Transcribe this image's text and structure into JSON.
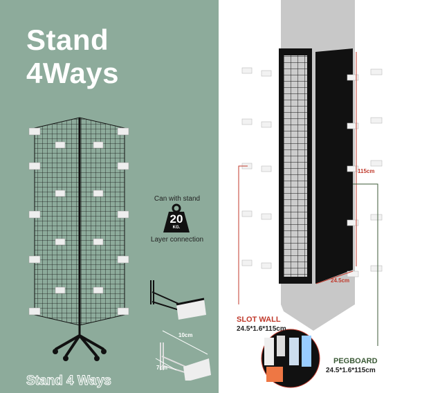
{
  "title_line1": "Stand",
  "title_line2": "4Ways",
  "bottom_title": "Stand 4 Ways",
  "weight": {
    "top_label": "Can with stand",
    "value": "20",
    "unit": "KG.",
    "bottom_label": "Layer connection"
  },
  "hook": {
    "length": "10cm",
    "width": "7cm"
  },
  "tower_dims": {
    "height": "115cm",
    "width": "24.5cm"
  },
  "slot_wall": {
    "name": "SLOT WALL",
    "size": "24.5*1.6*115cm"
  },
  "pegboard": {
    "name": "PEGBOARD",
    "size": "24.5*1.6*115cm"
  },
  "colors": {
    "background_left": "#8dab9b",
    "slot_wall": "#c0392b",
    "pegboard": "#3b5a36"
  }
}
